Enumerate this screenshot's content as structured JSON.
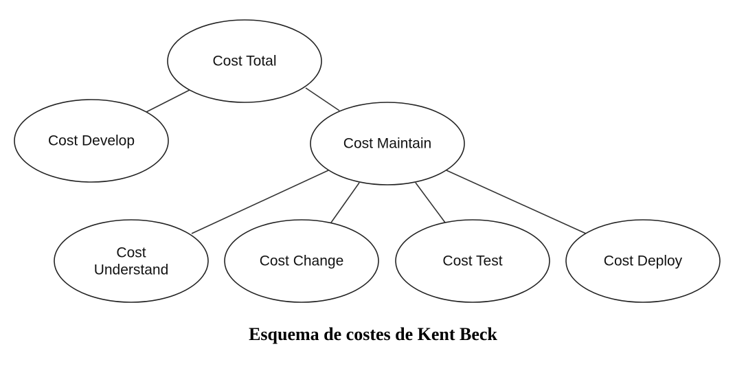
{
  "nodes": {
    "total": {
      "label": "Cost Total"
    },
    "develop": {
      "label": "Cost Develop"
    },
    "maintain": {
      "label": "Cost Maintain"
    },
    "understand": {
      "lines": [
        "Cost",
        "Understand"
      ]
    },
    "change": {
      "label": "Cost Change"
    },
    "test": {
      "label": "Cost Test"
    },
    "deploy": {
      "label": "Cost Deploy"
    }
  },
  "edges": [
    {
      "from": "total",
      "to": "develop"
    },
    {
      "from": "total",
      "to": "maintain"
    },
    {
      "from": "maintain",
      "to": "understand"
    },
    {
      "from": "maintain",
      "to": "change"
    },
    {
      "from": "maintain",
      "to": "test"
    },
    {
      "from": "maintain",
      "to": "deploy"
    }
  ],
  "caption": "Esquema de costes de Kent Beck"
}
